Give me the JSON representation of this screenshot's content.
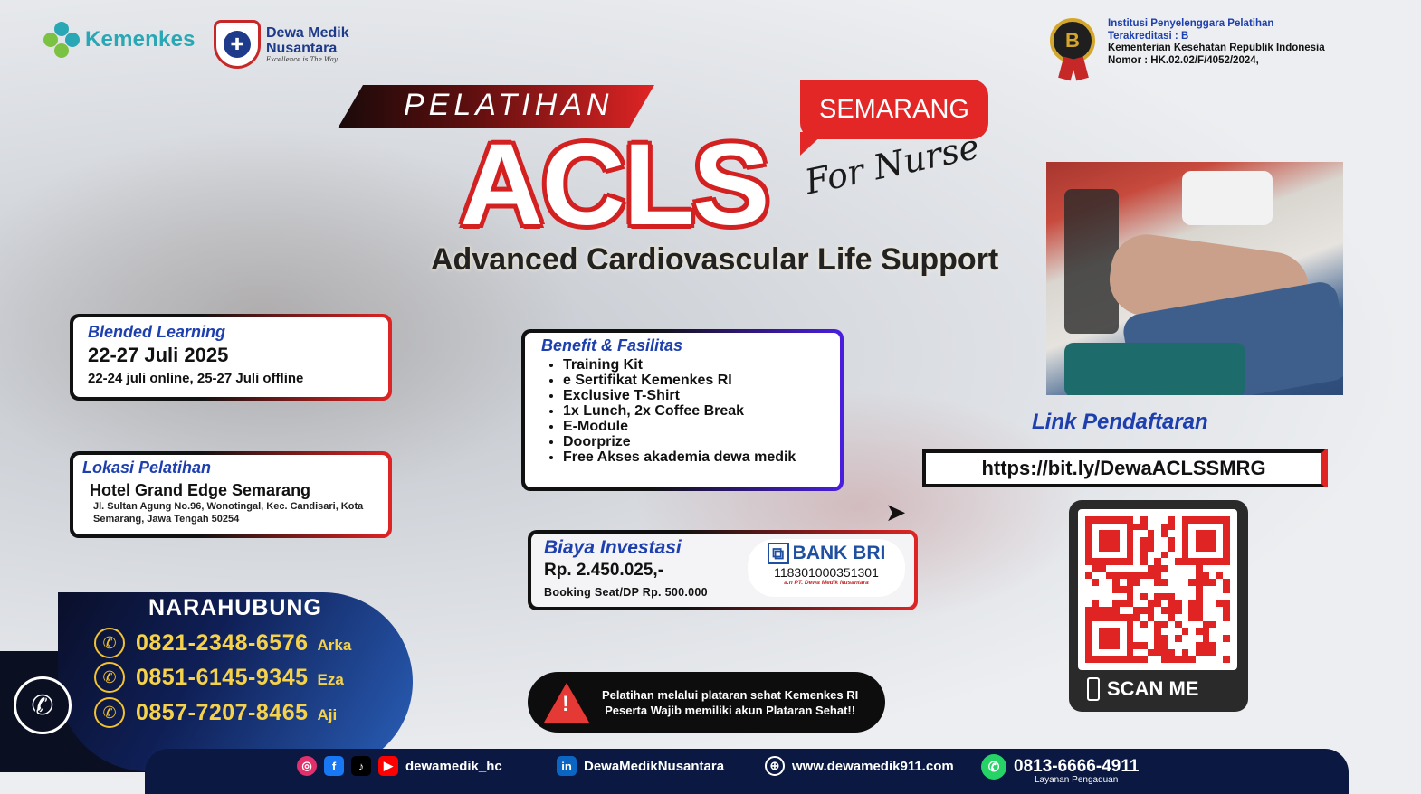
{
  "header": {
    "kemenkes": "Kemenkes",
    "dewa_line1": "Dewa Medik",
    "dewa_line2": "Nusantara",
    "dewa_tagline": "Excellence is The Way",
    "accred_badge": "B",
    "accred_line1": "Institusi Penyelenggara Pelatihan",
    "accred_line2": "Terakreditasi : B",
    "accred_line3": "Kementerian Kesehatan Republik Indonesia",
    "accred_line4": "Nomor : HK.02.02/F/4052/2024,"
  },
  "title": {
    "pelatihan": "PELATIHAN",
    "city": "SEMARANG",
    "acronym": "ACLS",
    "for": "For Nurse",
    "full": "Advanced Cardiovascular Life Support"
  },
  "schedule": {
    "label": "Blended Learning",
    "dates": "22-27 Juli 2025",
    "detail": "22-24 juli online, 25-27 Juli offline"
  },
  "location": {
    "label": "Lokasi Pelatihan",
    "venue": "Hotel Grand Edge Semarang",
    "address_line1": "Jl. Sultan Agung No.96, Wonotingal, Kec. Candisari, Kota",
    "address_line2": "Semarang, Jawa Tengah 50254"
  },
  "benefits": {
    "label": "Benefit & Fasilitas",
    "items": [
      "Training Kit",
      "e Sertifikat Kemenkes RI",
      "Exclusive T-Shirt",
      "1x Lunch, 2x Coffee Break",
      "E-Module",
      "Doorprize",
      "Free Akses akademia dewa medik"
    ]
  },
  "investment": {
    "label": "Biaya Investasi",
    "amount": "Rp. 2.450.025,-",
    "dp": "Booking Seat/DP Rp. 500.000",
    "bank": "BANK BRI",
    "account": "118301000351301",
    "account_name": "a.n PT. Dewa Medik Nusantara"
  },
  "registration": {
    "label": "Link Pendaftaran",
    "url": "https://bit.ly/DewaACLSSMRG",
    "scan": "SCAN ME"
  },
  "contact": {
    "title": "NARAHUBUNG",
    "people": [
      {
        "number": "0821-2348-6576",
        "name": "Arka"
      },
      {
        "number": "0851-6145-9345",
        "name": "Eza"
      },
      {
        "number": "0857-7207-8465",
        "name": "Aji"
      }
    ]
  },
  "notice": {
    "line1": "Pelatihan melalui plataran sehat Kemenkes RI",
    "line2": "Peserta Wajib memiliki akun Plataran Sehat!!"
  },
  "footer": {
    "social_handle": "dewamedik_hc",
    "linkedin": "DewaMedikNusantara",
    "website": "www.dewamedik911.com",
    "whatsapp": "0813-6666-4911",
    "whatsapp_caption": "Layanan Pengaduan"
  },
  "colors": {
    "accent_red": "#e02424",
    "accent_blue": "#1e40af",
    "footer_navy": "#0b1942",
    "contact_yellow": "#f6d24a"
  }
}
